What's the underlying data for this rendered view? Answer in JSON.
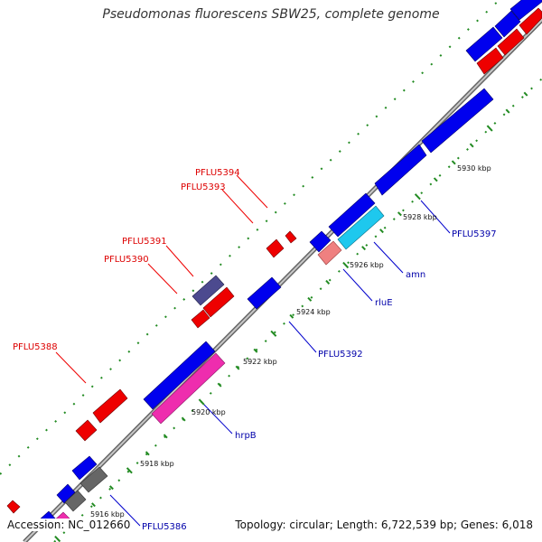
{
  "title": "Pseudomonas fluorescens SBW25, complete genome",
  "footer": {
    "accession": "Accession: NC_012660",
    "summary": "Topology: circular; Length: 6,722,539 bp; Genes: 6,018"
  },
  "colors": {
    "backbone": "#999999",
    "forward_strand": "#0000ee",
    "reverse_strand": "#ee0000",
    "pink": "#ee2dae",
    "light_red": "#ef8080",
    "cyan": "#1ec8ee",
    "slate": "#4c4a8f",
    "gray": "#666666",
    "tick": "#228b22",
    "label_blue": "#0000aa",
    "label_red": "#dd0000"
  },
  "tick_labels": [
    "5916 kbp",
    "5918 kbp",
    "5920 kbp",
    "5922 kbp",
    "5924 kbp",
    "5926 kbp",
    "5928 kbp",
    "5930 kbp"
  ],
  "gene_labels": {
    "PFLU5386": "PFLU5386",
    "PFLU5388": "PFLU5388",
    "hrpB": "hrpB",
    "PFLU5390": "PFLU5390",
    "PFLU5391": "PFLU5391",
    "PFLU5392": "PFLU5392",
    "rluE": "rluE",
    "amn": "amn",
    "PFLU5393": "PFLU5393",
    "PFLU5394": "PFLU5394",
    "PFLU5397": "PFLU5397"
  }
}
